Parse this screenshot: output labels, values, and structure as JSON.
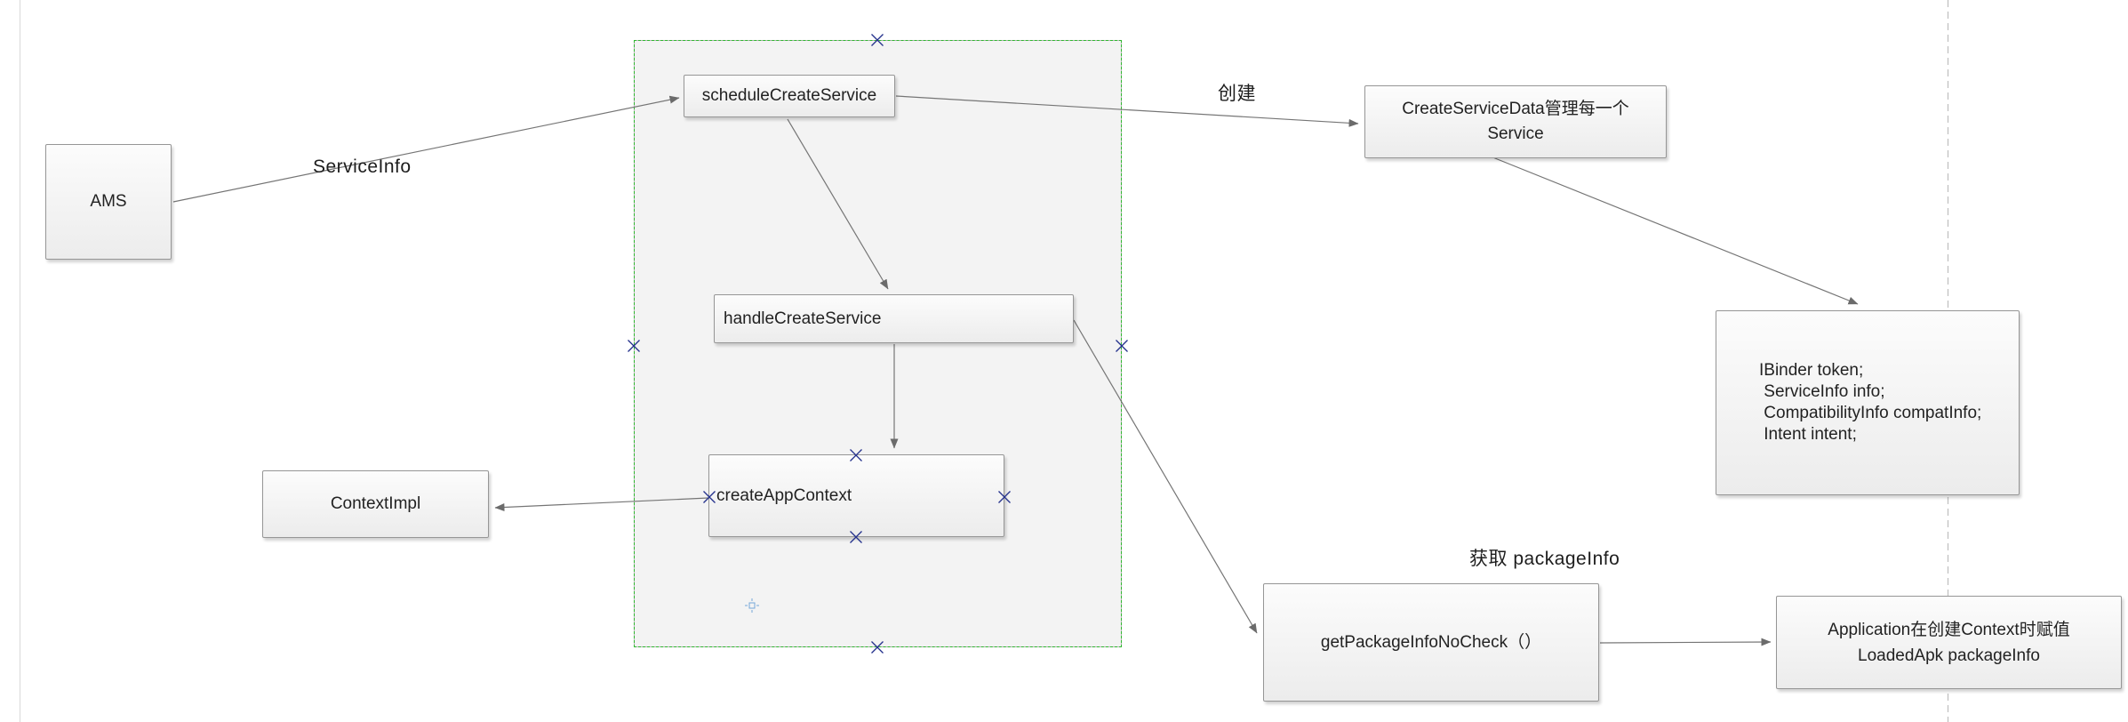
{
  "nodes": {
    "ams": {
      "label": "AMS"
    },
    "scheduleCreateService": {
      "label": "scheduleCreateService"
    },
    "handleCreateService": {
      "label": "handleCreateService"
    },
    "createAppContext": {
      "label": "createAppContext"
    },
    "contextImpl": {
      "label": "ContextImpl"
    },
    "createServiceData": {
      "lines": [
        "CreateServiceData管理每一个",
        "Service"
      ]
    },
    "serviceDataFields": {
      "lines": [
        "IBinder token;",
        " ServiceInfo info;",
        " CompatibilityInfo compatInfo;",
        " Intent intent;"
      ]
    },
    "getPackageInfoNoCheck": {
      "label": "getPackageInfoNoCheck（）"
    },
    "applicationNote": {
      "lines": [
        "Application在创建Context时赋值",
        "LoadedApk packageInfo"
      ]
    }
  },
  "edge_labels": {
    "service_info": "ServiceInfo",
    "create": "创建",
    "get_package_info": "获取 packageInfo"
  },
  "colors": {
    "selection_border_green": "#2eb82e",
    "handle_blue": "#23308c",
    "crosshair_blue": "#74a7d8",
    "connector_gray": "#757575",
    "guide_dashed_gray": "#bfbfbf",
    "node_border_gray": "#969696",
    "selection_fill_gray": "#f3f3f3"
  }
}
